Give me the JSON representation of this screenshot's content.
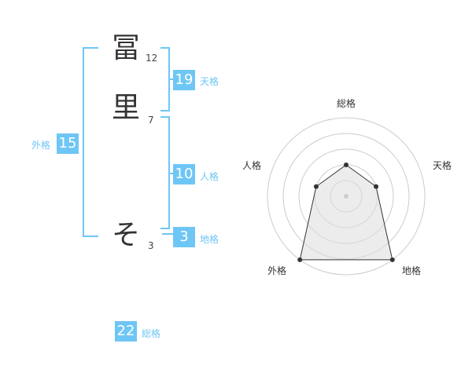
{
  "name": {
    "characters": [
      {
        "char": "冨",
        "strokes": "12"
      },
      {
        "char": "里",
        "strokes": "7"
      },
      {
        "char": "そ",
        "strokes": "3"
      }
    ]
  },
  "kakusu": {
    "tenkaku": {
      "label": "天格",
      "value": "19"
    },
    "jinkaku": {
      "label": "人格",
      "value": "10"
    },
    "chikaku": {
      "label": "地格",
      "value": "3"
    },
    "gaikaku": {
      "label": "外格",
      "value": "15"
    },
    "soukaku": {
      "label": "総格",
      "value": "22"
    }
  },
  "radar": {
    "axes": [
      "総格",
      "天格",
      "地格",
      "外格",
      "人格"
    ],
    "levels": 5,
    "scores": [
      2,
      2,
      5,
      5,
      2
    ],
    "max": 5,
    "colors": {
      "grid": "#cccccc",
      "fill": "#eeeeee",
      "line": "#333333",
      "center": "#cccccc"
    }
  },
  "colors": {
    "accent": "#6ec6f5"
  }
}
